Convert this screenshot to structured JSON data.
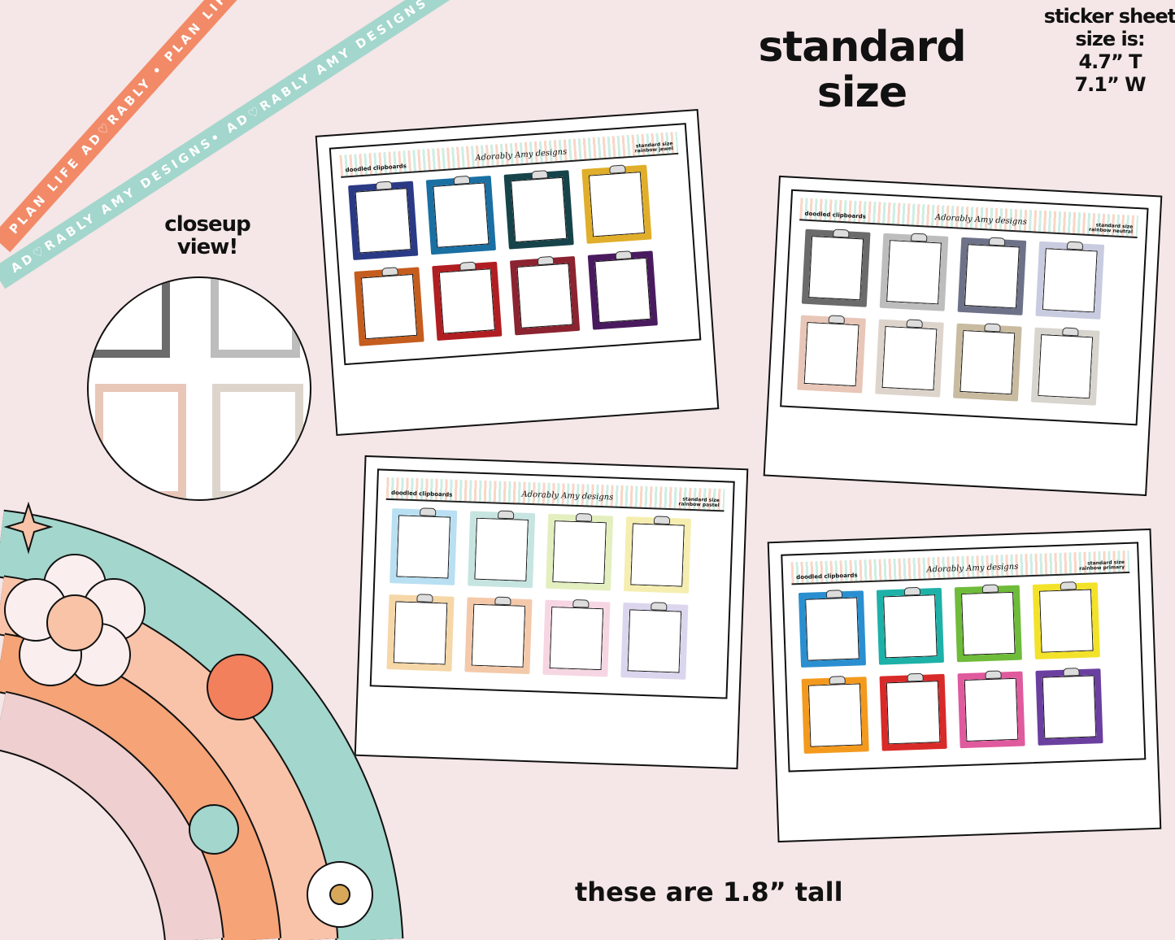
{
  "ribbons": {
    "orange": "PLAN LIFE AD♡RABLY • PLAN LIFE AD♡RABLY • PLAN LIFE AD♡RABLY",
    "teal": "AD♡RABLY AMY DESIGNS• AD♡RABLY AMY DESIGNS• AD♡RABLY AMY DESIGNS •"
  },
  "headline": {
    "line1": "standard",
    "line2": "size"
  },
  "sheet_size": {
    "line1": "sticker sheet",
    "line2": "size is:",
    "line3": "4.7” T",
    "line4": "7.1” W"
  },
  "closeup": {
    "line1": "closeup",
    "line2": "view!"
  },
  "footer": "these are 1.8” tall",
  "sheets": [
    {
      "label": "doodled clipboards",
      "brand": "Adorably Amy designs",
      "size": "standard size",
      "variant": "rainbow jewel",
      "colors": [
        "#2b3a85",
        "#1a6fa3",
        "#16444a",
        "#e0ae2a",
        "#c45d1e",
        "#b11e22",
        "#8b2330",
        "#4a1a5e"
      ]
    },
    {
      "label": "doodled clipboards",
      "brand": "Adorably Amy designs",
      "size": "standard size",
      "variant": "rainbow neutral",
      "colors": [
        "#6b6b6b",
        "#bdbdbd",
        "#6e7288",
        "#c9cbe0",
        "#e8c6b8",
        "#ddd5cc",
        "#c8bba0",
        "#d8d5ce"
      ]
    },
    {
      "label": "doodled clipboards",
      "brand": "Adorably Amy designs",
      "size": "standard size",
      "variant": "rainbow pastel",
      "colors": [
        "#b9dff2",
        "#c7e5e0",
        "#e4efc0",
        "#f5eeb0",
        "#f6d7a8",
        "#f4c9aa",
        "#f6d6e2",
        "#dbd6ee"
      ]
    },
    {
      "label": "doodled clipboards",
      "brand": "Adorably Amy designs",
      "size": "standard size",
      "variant": "rainbow primary",
      "colors": [
        "#2a8fd0",
        "#1db1a8",
        "#6fbb3a",
        "#f3e22a",
        "#f39a1e",
        "#d92a2a",
        "#e05a9e",
        "#6b3fa0"
      ]
    }
  ],
  "colors": {
    "background": "#f5e6e7",
    "orange": "#f28a68",
    "teal": "#a3d6cc",
    "peach": "#f9c3a9",
    "pink": "#efcfcf"
  }
}
